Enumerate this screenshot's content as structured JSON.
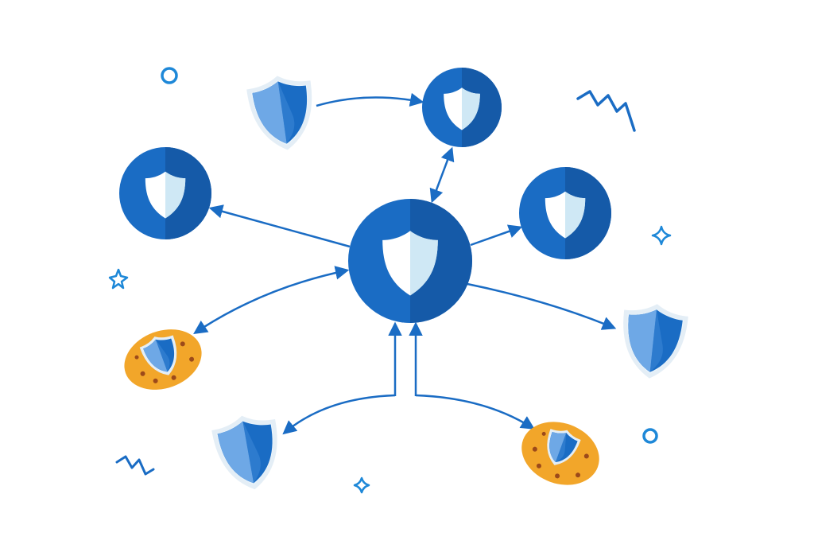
{
  "colors": {
    "primary_blue": "#1a6cc4",
    "dark_blue": "#155aa8",
    "light_blue": "#6ea8e6",
    "pale_blue": "#d4ecf7",
    "orange": "#f2a62a",
    "spot_brown": "#9c4a1a",
    "accent": "#1e88d8"
  },
  "nodes": [
    {
      "id": "hub",
      "icon": "shield-icon",
      "kind": "circle"
    },
    {
      "id": "top",
      "icon": "shield-icon",
      "kind": "circle"
    },
    {
      "id": "left",
      "icon": "shield-icon",
      "kind": "circle"
    },
    {
      "id": "right",
      "icon": "shield-icon",
      "kind": "circle"
    },
    {
      "id": "shield-top-left",
      "icon": "shield-icon",
      "kind": "shield"
    },
    {
      "id": "shield-right",
      "icon": "shield-icon",
      "kind": "shield"
    },
    {
      "id": "shield-bottom-left",
      "icon": "shield-icon",
      "kind": "shield"
    },
    {
      "id": "cookie-left",
      "icon": "cookie-icon",
      "kind": "cookie"
    },
    {
      "id": "cookie-bottom-right",
      "icon": "cookie-icon",
      "kind": "cookie"
    }
  ]
}
